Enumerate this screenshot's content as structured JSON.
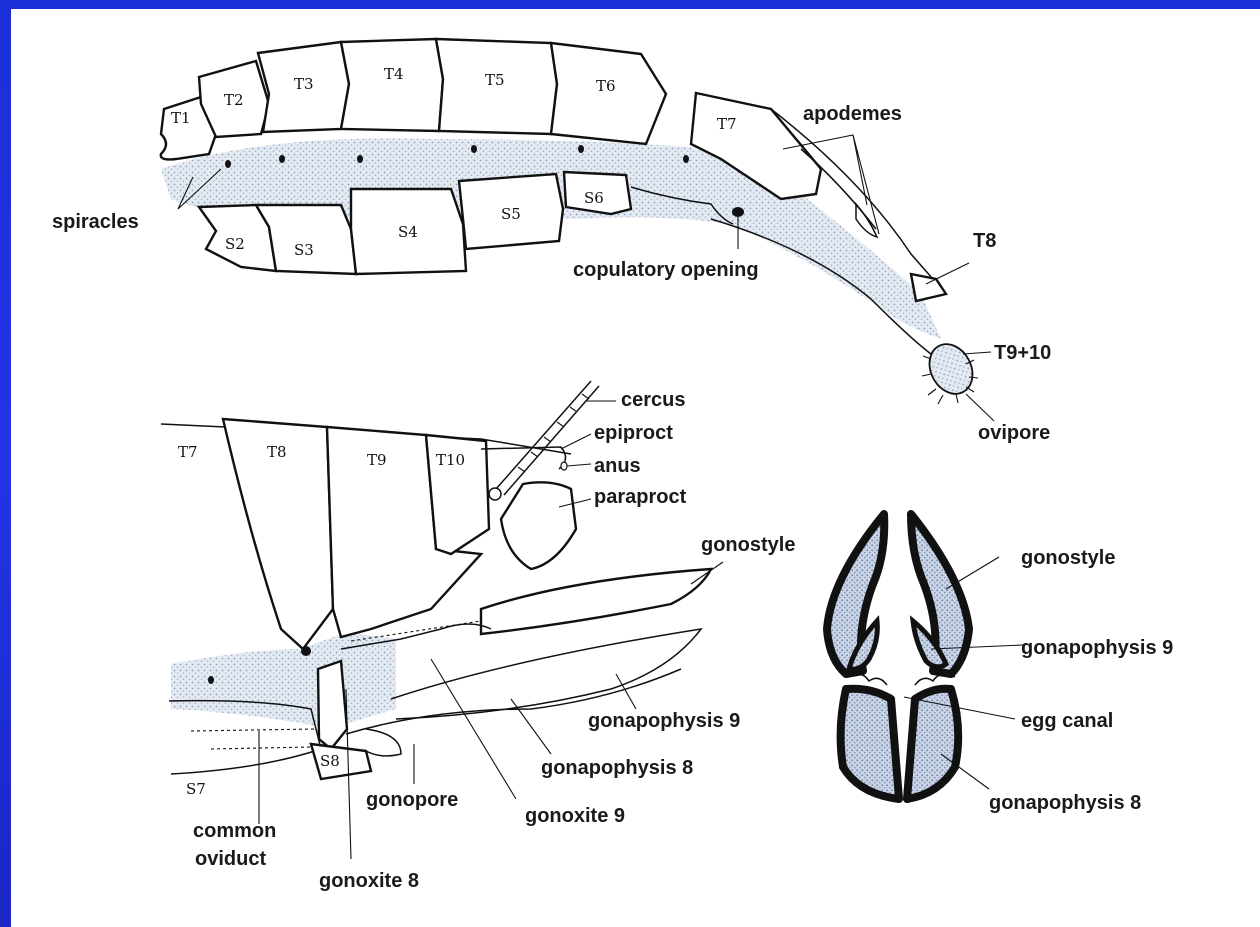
{
  "colors": {
    "frame": "#1d2dd6",
    "background": "#ffffff",
    "ink": "#111111",
    "stipple": "#b9c6d8"
  },
  "top_figure": {
    "segments": {
      "T1": "T1",
      "T2": "T2",
      "T3": "T3",
      "T4": "T4",
      "T5": "T5",
      "T6": "T6",
      "T7": "T7",
      "S2": "S2",
      "S3": "S3",
      "S4": "S4",
      "S5": "S5",
      "S6": "S6"
    },
    "labels": {
      "spiracles": "spiracles",
      "apodemes": "apodemes",
      "copulatory_opening": "copulatory opening",
      "t8": "T8",
      "t9_10": "T9+10",
      "ovipore": "ovipore"
    }
  },
  "bottom_left_figure": {
    "segments": {
      "T7": "T7",
      "T8": "T8",
      "T9": "T9",
      "T10": "T10",
      "S7": "S7",
      "S8": "S8"
    },
    "labels": {
      "cercus": "cercus",
      "epiproct": "epiproct",
      "anus": "anus",
      "paraproct": "paraproct",
      "gonostyle": "gonostyle",
      "gonapophysis_9": "gonapophysis 9",
      "gonapophysis_8": "gonapophysis 8",
      "gonoxite_9": "gonoxite 9",
      "gonopore": "gonopore",
      "common_oviduct_line1": "common",
      "common_oviduct_line2": "oviduct",
      "gonoxite_8": "gonoxite 8"
    }
  },
  "cross_section_figure": {
    "labels": {
      "gonostyle": "gonostyle",
      "gonapophysis_9": "gonapophysis 9",
      "egg_canal": "egg canal",
      "gonapophysis_8": "gonapophysis 8"
    }
  }
}
